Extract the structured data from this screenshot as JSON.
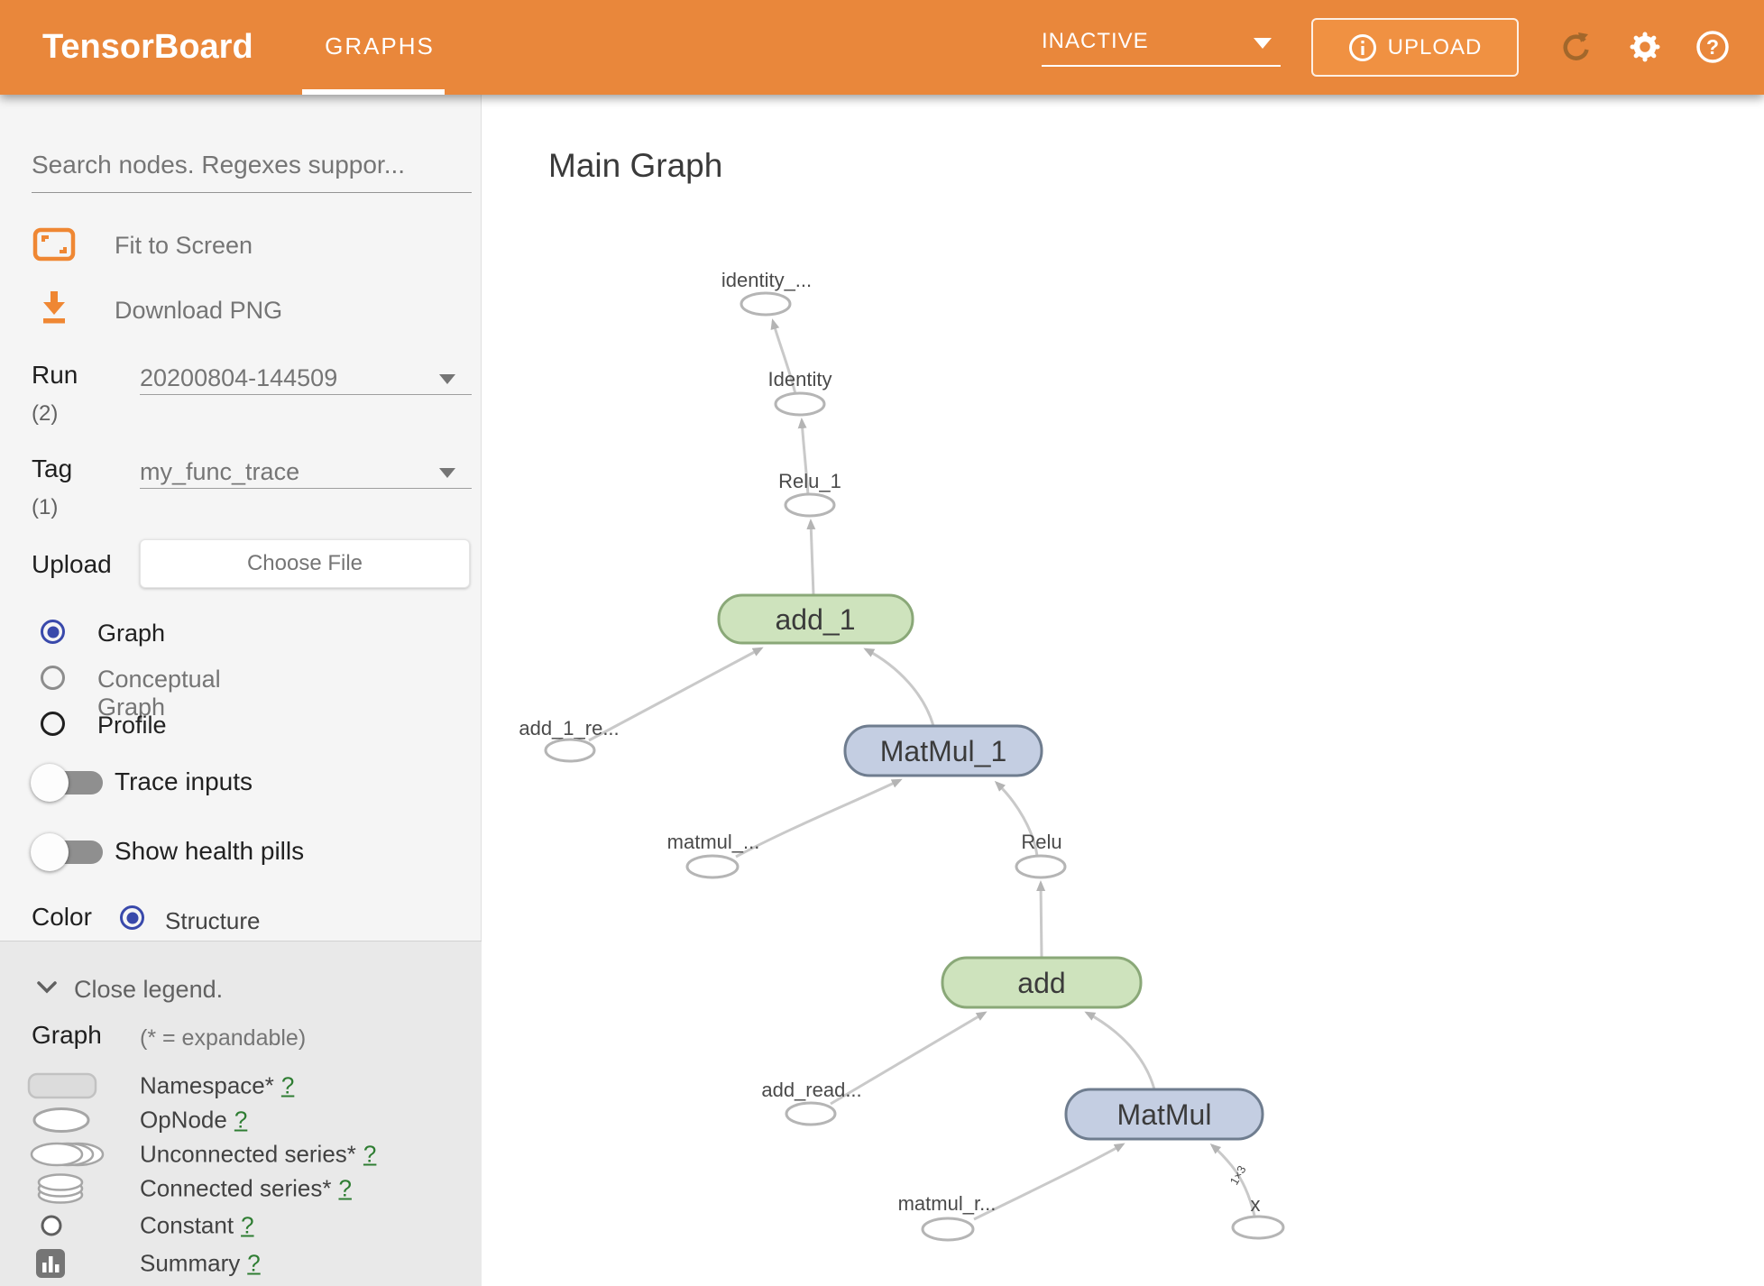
{
  "colors": {
    "header_orange": "#e9873b",
    "upload_button_fill": "#f09142",
    "accent_radio_blue": "#3949ab",
    "help_link_green": "#2e7d32",
    "namespace_green_fill": "#cee3bd",
    "namespace_green_stroke": "#8aa878",
    "namespace_blue_fill": "#c4cee2",
    "namespace_blue_stroke": "#6f7d8f",
    "sidebar_bg": "#f5f5f5",
    "legend_bg": "#e9e9e9"
  },
  "icons": {
    "info": "circle-i",
    "refresh": "circular-arrow",
    "settings": "gear",
    "help": "circle-question-mark",
    "dropdown_caret": "filled-triangle-down",
    "fit_to_screen": "framed-corners",
    "download": "arrow-down-to-bar",
    "chevron_down": "v-chevron"
  },
  "header": {
    "app_title": "TensorBoard",
    "tabs": [
      {
        "label": "GRAPHS",
        "active": true
      }
    ],
    "status_select": {
      "value": "INACTIVE"
    },
    "upload_button": "UPLOAD"
  },
  "sidebar": {
    "search": {
      "placeholder": "Search nodes. Regexes suppor..."
    },
    "actions": {
      "fit": "Fit to Screen",
      "download": "Download PNG"
    },
    "run": {
      "label": "Run",
      "count": "(2)",
      "value": "20200804-144509"
    },
    "tag": {
      "label": "Tag",
      "count": "(1)",
      "value": "my_func_trace"
    },
    "upload": {
      "label": "Upload",
      "button": "Choose File"
    },
    "views": [
      {
        "label": "Graph",
        "selected": true
      },
      {
        "label": "Conceptual Graph",
        "selected": false
      },
      {
        "label": "Profile",
        "selected": false
      }
    ],
    "toggles": [
      {
        "label": "Trace inputs",
        "on": false
      },
      {
        "label": "Show health pills",
        "on": false
      }
    ],
    "color": {
      "label": "Color",
      "option": "Structure"
    },
    "legend": {
      "close_label": "Close legend.",
      "heading": "Graph",
      "note": "(* = expandable)",
      "items": [
        {
          "label": "Namespace*",
          "help": "?",
          "icon": "namespace-rect"
        },
        {
          "label": "OpNode",
          "help": "?",
          "icon": "opnode-ellipse"
        },
        {
          "label": "Unconnected series*",
          "help": "?",
          "icon": "unconnected-series"
        },
        {
          "label": "Connected series*",
          "help": "?",
          "icon": "connected-series"
        },
        {
          "label": "Constant",
          "help": "?",
          "icon": "constant-circle"
        },
        {
          "label": "Summary",
          "help": "?",
          "icon": "summary-chart"
        }
      ]
    }
  },
  "main": {
    "title": "Main Graph",
    "graph": {
      "nodes": {
        "identity_out": {
          "label": "identity_...",
          "shape": "ellipse"
        },
        "identity": {
          "label": "Identity",
          "shape": "ellipse"
        },
        "relu_1": {
          "label": "Relu_1",
          "shape": "ellipse"
        },
        "add_1": {
          "label": "add_1",
          "shape": "rect",
          "color": "green"
        },
        "add_1_re": {
          "label": "add_1_re...",
          "shape": "ellipse"
        },
        "matmul_1": {
          "label": "MatMul_1",
          "shape": "rect",
          "color": "blue"
        },
        "matmul_in": {
          "label": "matmul_...",
          "shape": "ellipse"
        },
        "relu": {
          "label": "Relu",
          "shape": "ellipse"
        },
        "add": {
          "label": "add",
          "shape": "rect",
          "color": "green"
        },
        "add_read": {
          "label": "add_read...",
          "shape": "ellipse"
        },
        "matmul": {
          "label": "MatMul",
          "shape": "rect",
          "color": "blue"
        },
        "matmul_r": {
          "label": "matmul_r...",
          "shape": "ellipse"
        },
        "x": {
          "label": "x",
          "shape": "ellipse"
        }
      },
      "edge_label": "1×3",
      "edges": [
        [
          "x",
          "matmul"
        ],
        [
          "matmul_r",
          "matmul"
        ],
        [
          "matmul",
          "add"
        ],
        [
          "add_read",
          "add"
        ],
        [
          "add",
          "relu"
        ],
        [
          "relu",
          "matmul_1"
        ],
        [
          "matmul_in",
          "matmul_1"
        ],
        [
          "matmul_1",
          "add_1"
        ],
        [
          "add_1_re",
          "add_1"
        ],
        [
          "add_1",
          "relu_1"
        ],
        [
          "relu_1",
          "identity"
        ],
        [
          "identity",
          "identity_out"
        ]
      ]
    }
  }
}
